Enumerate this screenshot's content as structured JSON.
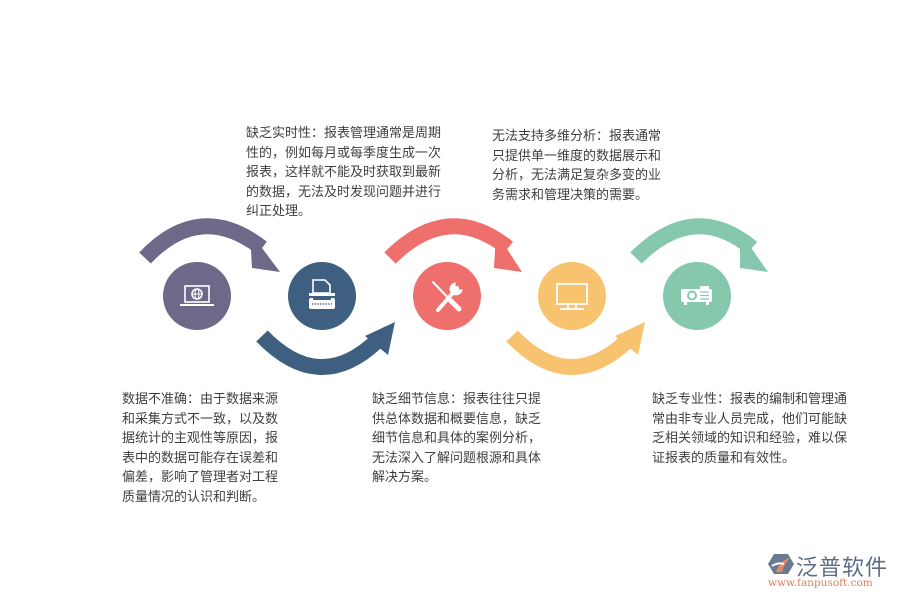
{
  "diagram": {
    "title": "",
    "colors": {
      "step1": "#6e6889",
      "step2": "#3f5f80",
      "step3": "#ee6f6c",
      "step4": "#f8c36f",
      "step5": "#85c8ad"
    },
    "steps": [
      {
        "id": 1,
        "icon": "laptop-globe-icon",
        "color": "#6e6889",
        "arrow_position": "above",
        "text": "数据不准确：由于数据来源和采集方式不一致，以及数据统计的主观性等原因，报表中的数据可能存在误差和偏差，影响了管理者对工程质量情况的认识和判断。"
      },
      {
        "id": 2,
        "icon": "typewriter-icon",
        "color": "#3f5f80",
        "arrow_position": "below",
        "text": "缺乏实时性：报表管理通常是周期性的，例如每月或每季度生成一次报表，这样就不能及时获取到最新的数据，无法及时发现问题并进行纠正处理。"
      },
      {
        "id": 3,
        "icon": "tools-icon",
        "color": "#ee6f6c",
        "arrow_position": "above",
        "text": "缺乏细节信息：报表往往只提供总体数据和概要信息，缺乏细节信息和具体的案例分析，无法深入了解问题根源和具体解决方案。"
      },
      {
        "id": 4,
        "icon": "monitor-icon",
        "color": "#f8c36f",
        "arrow_position": "below",
        "text": "无法支持多维分析：报表通常只提供单一维度的数据展示和分析，无法满足复杂多变的业务需求和管理决策的需要。"
      },
      {
        "id": 5,
        "icon": "projector-icon",
        "color": "#85c8ad",
        "arrow_position": "above",
        "text": "缺乏专业性：报表的编制和管理通常由非专业人员完成，他们可能缺乏相关领域的知识和经验，难以保证报表的质量和有效性。"
      }
    ]
  },
  "logo": {
    "name": "泛普软件",
    "url": "www.fanpusoft.com"
  }
}
